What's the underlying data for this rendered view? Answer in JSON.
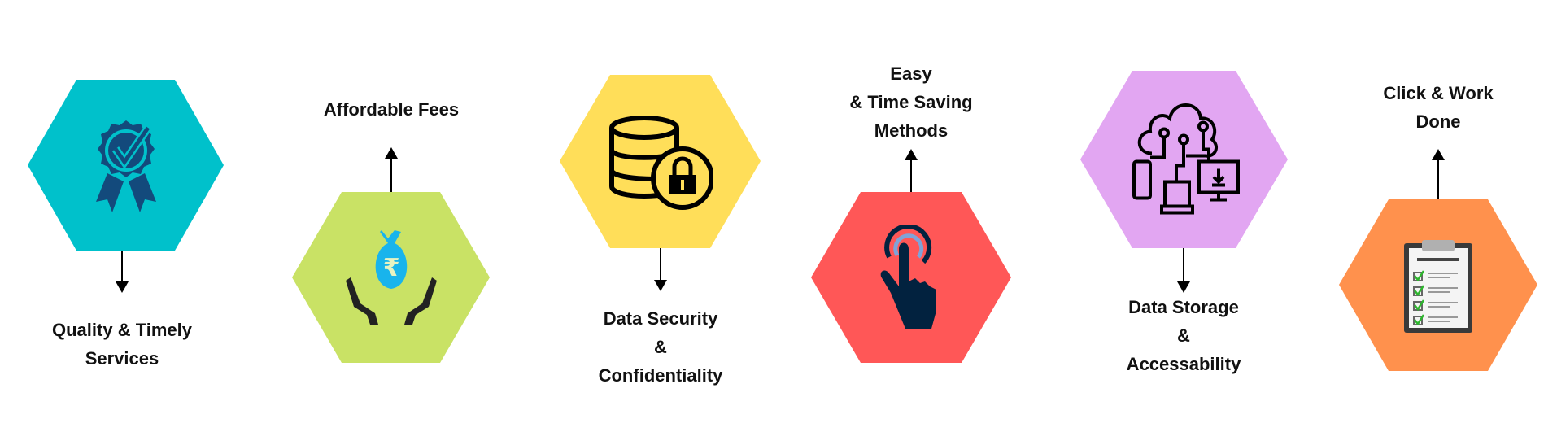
{
  "features": [
    {
      "id": "quality",
      "color": "#00C1CB",
      "icon": "award-ribbon-icon",
      "lines": [
        "Quality & Timely",
        "Services"
      ]
    },
    {
      "id": "fees",
      "color": "#C9E265",
      "icon": "money-bag-hands-icon",
      "currency_symbol": "₹",
      "lines": [
        "Affordable Fees"
      ]
    },
    {
      "id": "security",
      "color": "#FFDE59",
      "icon": "database-lock-icon",
      "lines": [
        "Data Security",
        "&",
        "Confidentiality"
      ]
    },
    {
      "id": "easy",
      "color": "#FF5757",
      "icon": "touch-hand-icon",
      "lines": [
        "Easy",
        "& Time Saving",
        "Methods"
      ]
    },
    {
      "id": "storage",
      "color": "#E2A6F2",
      "icon": "cloud-devices-icon",
      "lines": [
        "Data Storage",
        "&",
        "Accessability"
      ]
    },
    {
      "id": "click",
      "color": "#FF914D",
      "icon": "checklist-clipboard-icon",
      "lines": [
        "Click & Work",
        "Done"
      ]
    }
  ]
}
